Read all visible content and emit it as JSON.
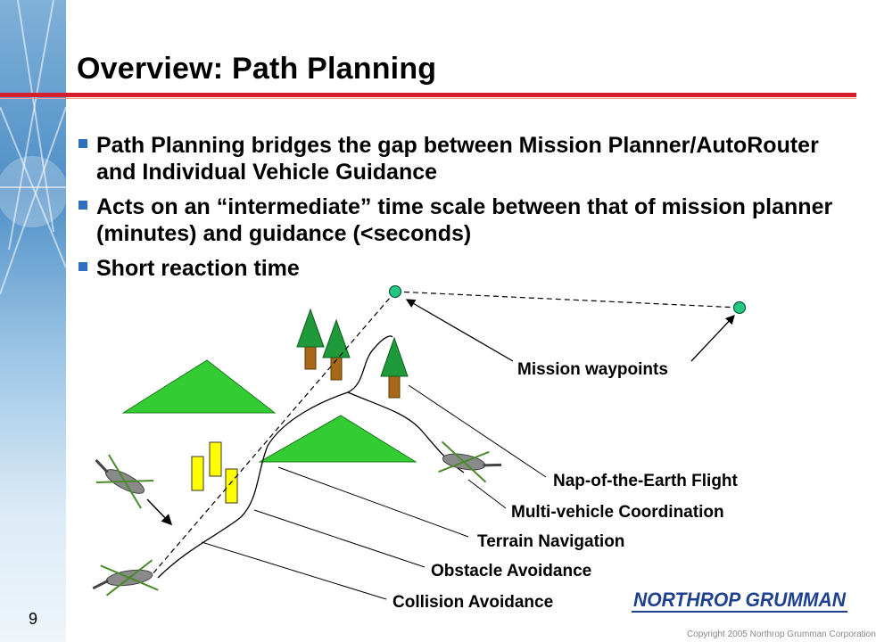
{
  "slide": {
    "title": "Overview: Path Planning",
    "page_number": "9",
    "copyright": "Copyright 2005 Northrop Grumman Corporation",
    "logo_text": "NORTHROP GRUMMAN",
    "brand_colors": {
      "title_rule": "#d4202c",
      "bullet_marker": "#2f6fc0",
      "logo": "#1f3f8f"
    }
  },
  "bullets": [
    "Path Planning bridges the gap between Mission Planner/AutoRouter and Individual Vehicle Guidance",
    "Acts on an “intermediate” time scale between that of mission planner (minutes) and guidance (<seconds)",
    "Short reaction time"
  ],
  "diagram": {
    "labels": {
      "mission_waypoints": "Mission waypoints",
      "nap_of_earth": "Nap-of-the-Earth Flight",
      "multi_vehicle": "Multi-vehicle Coordination",
      "terrain_navigation": "Terrain Navigation",
      "obstacle_avoidance": "Obstacle Avoidance",
      "collision_avoidance": "Collision Avoidance"
    },
    "colors": {
      "hill": "#33cc33",
      "tree_top": "#1f9a3a",
      "tree_trunk": "#a86818",
      "obstacle": "#ffff00",
      "waypoint": "#22c880",
      "helicopter": "#777777"
    },
    "icons": [
      "hill-icon",
      "tree-icon",
      "obstacle-block-icon",
      "waypoint-icon",
      "helicopter-icon"
    ]
  }
}
